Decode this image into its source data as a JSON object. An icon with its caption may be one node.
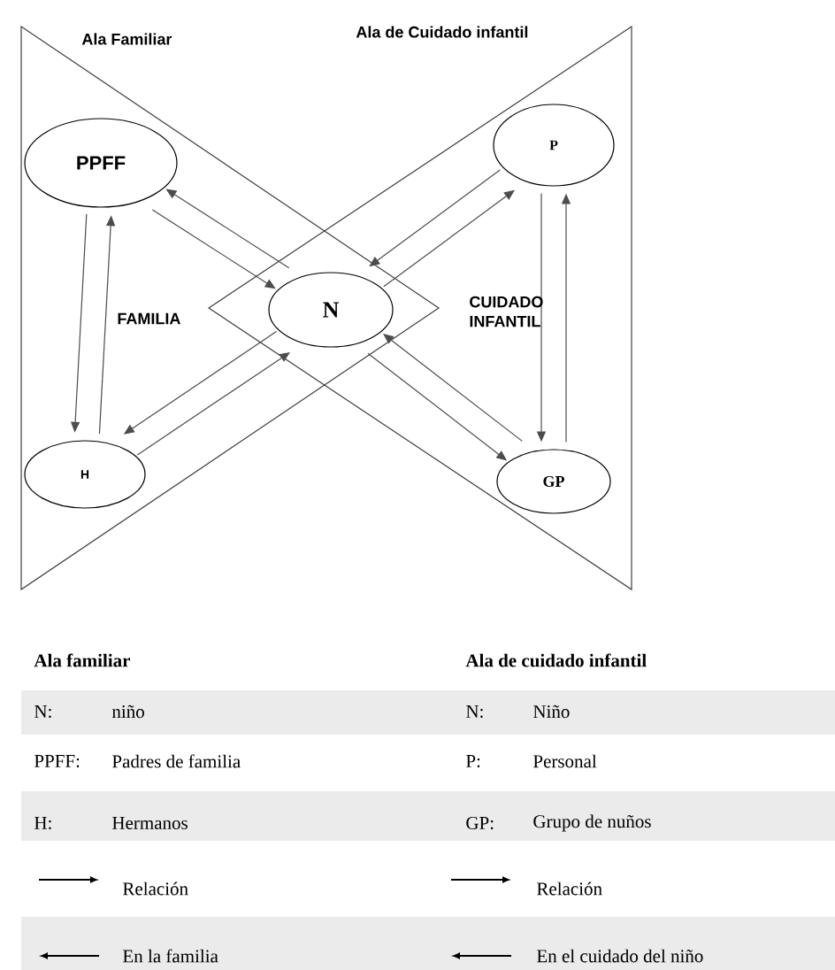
{
  "diagram": {
    "nodes": [
      {
        "text": [
          "PPFF"
        ]
      },
      {
        "text": [
          "P"
        ]
      },
      {
        "text": [
          "N"
        ]
      },
      {
        "text": [
          "H"
        ]
      },
      {
        "text": [
          "GP"
        ]
      }
    ],
    "edges": [
      {
        "from": 0,
        "to": 2,
        "arrow": "to"
      },
      {
        "from": 2,
        "to": 0,
        "arrow": "to"
      },
      {
        "from": 1,
        "to": 2,
        "arrow": "to"
      },
      {
        "from": 2,
        "to": 1,
        "arrow": "to"
      },
      {
        "from": 3,
        "to": 0,
        "arrow": "to"
      },
      {
        "from": 0,
        "to": 3,
        "arrow": "to"
      },
      {
        "from": 1,
        "to": 4,
        "arrow": "to"
      },
      {
        "from": 4,
        "to": 1,
        "arrow": "to"
      },
      {
        "from": 2,
        "to": 3,
        "arrow": "to"
      },
      {
        "from": 3,
        "to": 2,
        "arrow": "to"
      },
      {
        "from": 2,
        "to": 4,
        "arrow": "to"
      },
      {
        "from": 4,
        "to": 2,
        "arrow": "to"
      }
    ],
    "labels": [
      "Ala Familiar",
      "Ala de Cuidado infantil",
      "FAMILIA",
      "CUIDADO INFANTIL",
      "Ala familiar",
      "Ala de cuidado infantil",
      "N:",
      "niño",
      "N:",
      "Niño",
      "PPFF:",
      "Padres de familia",
      "P:",
      "Personal",
      "H:",
      "Hermanos",
      "GP:",
      "Grupo de nuños"
    ],
    "legend": [
      {
        "text": "Relación"
      },
      {
        "text": "Relación"
      },
      {
        "text": "En la familia"
      },
      {
        "text": "En el cuidado del niño"
      }
    ]
  }
}
